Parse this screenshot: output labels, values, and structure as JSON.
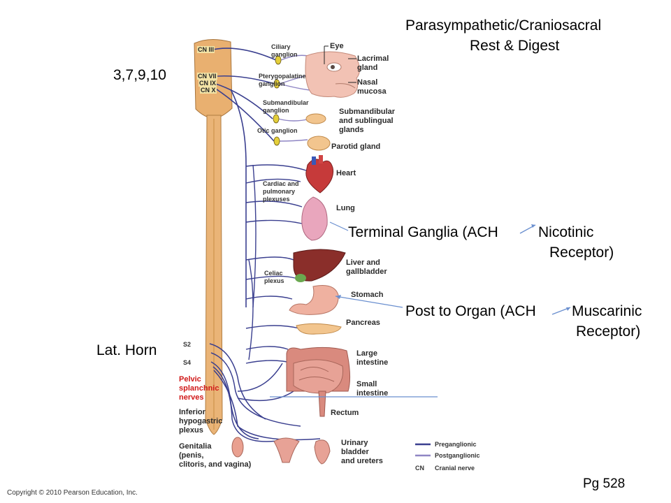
{
  "cranial_labels": {
    "cn3": "CN III",
    "cn7": "CN VII",
    "cn9": "CN IX",
    "cn10": "CN X"
  },
  "ganglia": {
    "ciliary": "Ciliary\nganglion",
    "pterygopalatine": "Pterygopalatine\nganglion",
    "submandibular": "Submandibular\nganglion",
    "otic": "Otic ganglion",
    "cardiac": "Cardiac and\npulmonary\nplexuses",
    "celiac": "Celiac\nplexus"
  },
  "organs": {
    "eye": "Eye",
    "lacrimal": "Lacrimal\ngland",
    "nasal": "Nasal\nmucosa",
    "submandibular_glands": "Submandibular\nand sublingual\nglands",
    "parotid": "Parotid gland",
    "heart": "Heart",
    "lung": "Lung",
    "liver": "Liver and\ngallbladder",
    "stomach": "Stomach",
    "pancreas": "Pancreas",
    "large_intestine": "Large\nintestine",
    "small_intestine": "Small\nintestine",
    "rectum": "Rectum",
    "urinary": "Urinary\nbladder\nand ureters"
  },
  "sacral": {
    "s2": "S2",
    "s4": "S4",
    "pelvic": "Pelvic\nsplanchnic\nnerves",
    "inferior": "Inferior\nhypogastric\nplexus",
    "genitalia": "Genitalia\n(penis,\nclitoris, and vagina)"
  },
  "legend": {
    "preganglionic": "Preganglionic",
    "postganglionic": "Postganglionic",
    "cn_key": "CN",
    "cranial_nerve": "Cranial nerve",
    "pre_color": "#3a3f8f",
    "post_color": "#8f86c4"
  },
  "annotations": {
    "title_line1": "Parasympathetic/Craniosacral",
    "title_line2": "Rest & Digest",
    "cranial_numbers": "3,7,9,10",
    "terminal": "Terminal Ganglia (ACH",
    "nicotinic": "Nicotinic",
    "receptor1": "Receptor)",
    "post": "Post to Organ (ACH",
    "muscarinic": "Muscarinic",
    "receptor2": "Receptor)",
    "lat_horn": "Lat. Horn",
    "page": "Pg 528"
  },
  "copyright": "Copyright © 2010 Pearson Education, Inc."
}
